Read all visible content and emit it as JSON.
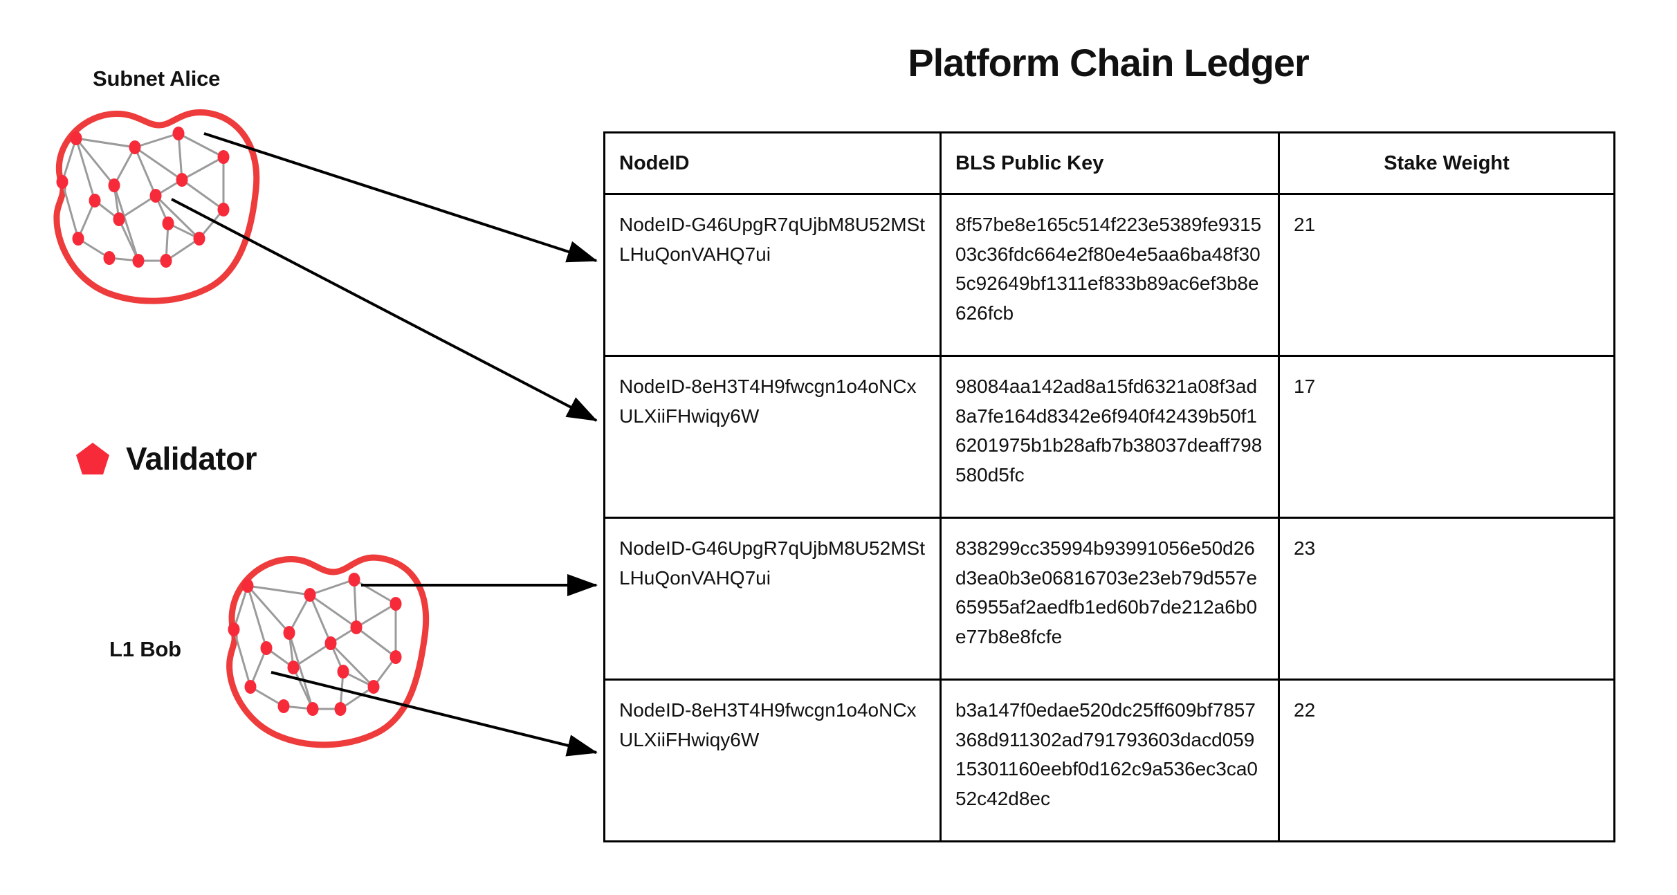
{
  "title": "Platform Chain Ledger",
  "diagram": {
    "subnet_alice_label": "Subnet Alice",
    "l1_bob_label": "L1 Bob",
    "legend": {
      "icon": "pentagon-icon",
      "label": "Validator"
    },
    "colors": {
      "validator_red": "#F72A3A",
      "blob_outline_red": "#EE3B3B",
      "edge_gray": "#9B9B9B",
      "arrow_black": "#000000",
      "text_black": "#111111"
    }
  },
  "table": {
    "columns": [
      "NodeID",
      "BLS Public Key",
      "Stake Weight"
    ],
    "rows": [
      {
        "node_id": "NodeID-G46UpgR7qUjbM8U52MStLHuQonVAHQ7ui",
        "bls_public_key": "8f57be8e165c514f223e5389fe931503c36fdc664e2f80e4e5aa6ba48f305c92649bf1311ef833b89ac6ef3b8e626fcb",
        "stake_weight": "21"
      },
      {
        "node_id": "NodeID-8eH3T4H9fwcgn1o4oNCxULXiiFHwiqy6W",
        "bls_public_key": "98084aa142ad8a15fd6321a08f3ad8a7fe164d8342e6f940f42439b50f16201975b1b28afb7b38037deaff798580d5fc",
        "stake_weight": "17"
      },
      {
        "node_id": "NodeID-G46UpgR7qUjbM8U52MStLHuQonVAHQ7ui",
        "bls_public_key": "838299cc35994b93991056e50d26d3ea0b3e06816703e23eb79d557e65955af2aedfb1ed60b7de212a6b0e77b8e8fcfe",
        "stake_weight": "23"
      },
      {
        "node_id": "NodeID-8eH3T4H9fwcgn1o4oNCxULXiiFHwiqy6W",
        "bls_public_key": "b3a147f0edae520dc25ff609bf7857368d911302ad791793603dacd05915301160eebf0d162c9a536ec3ca052c42d8ec",
        "stake_weight": "22"
      }
    ]
  }
}
